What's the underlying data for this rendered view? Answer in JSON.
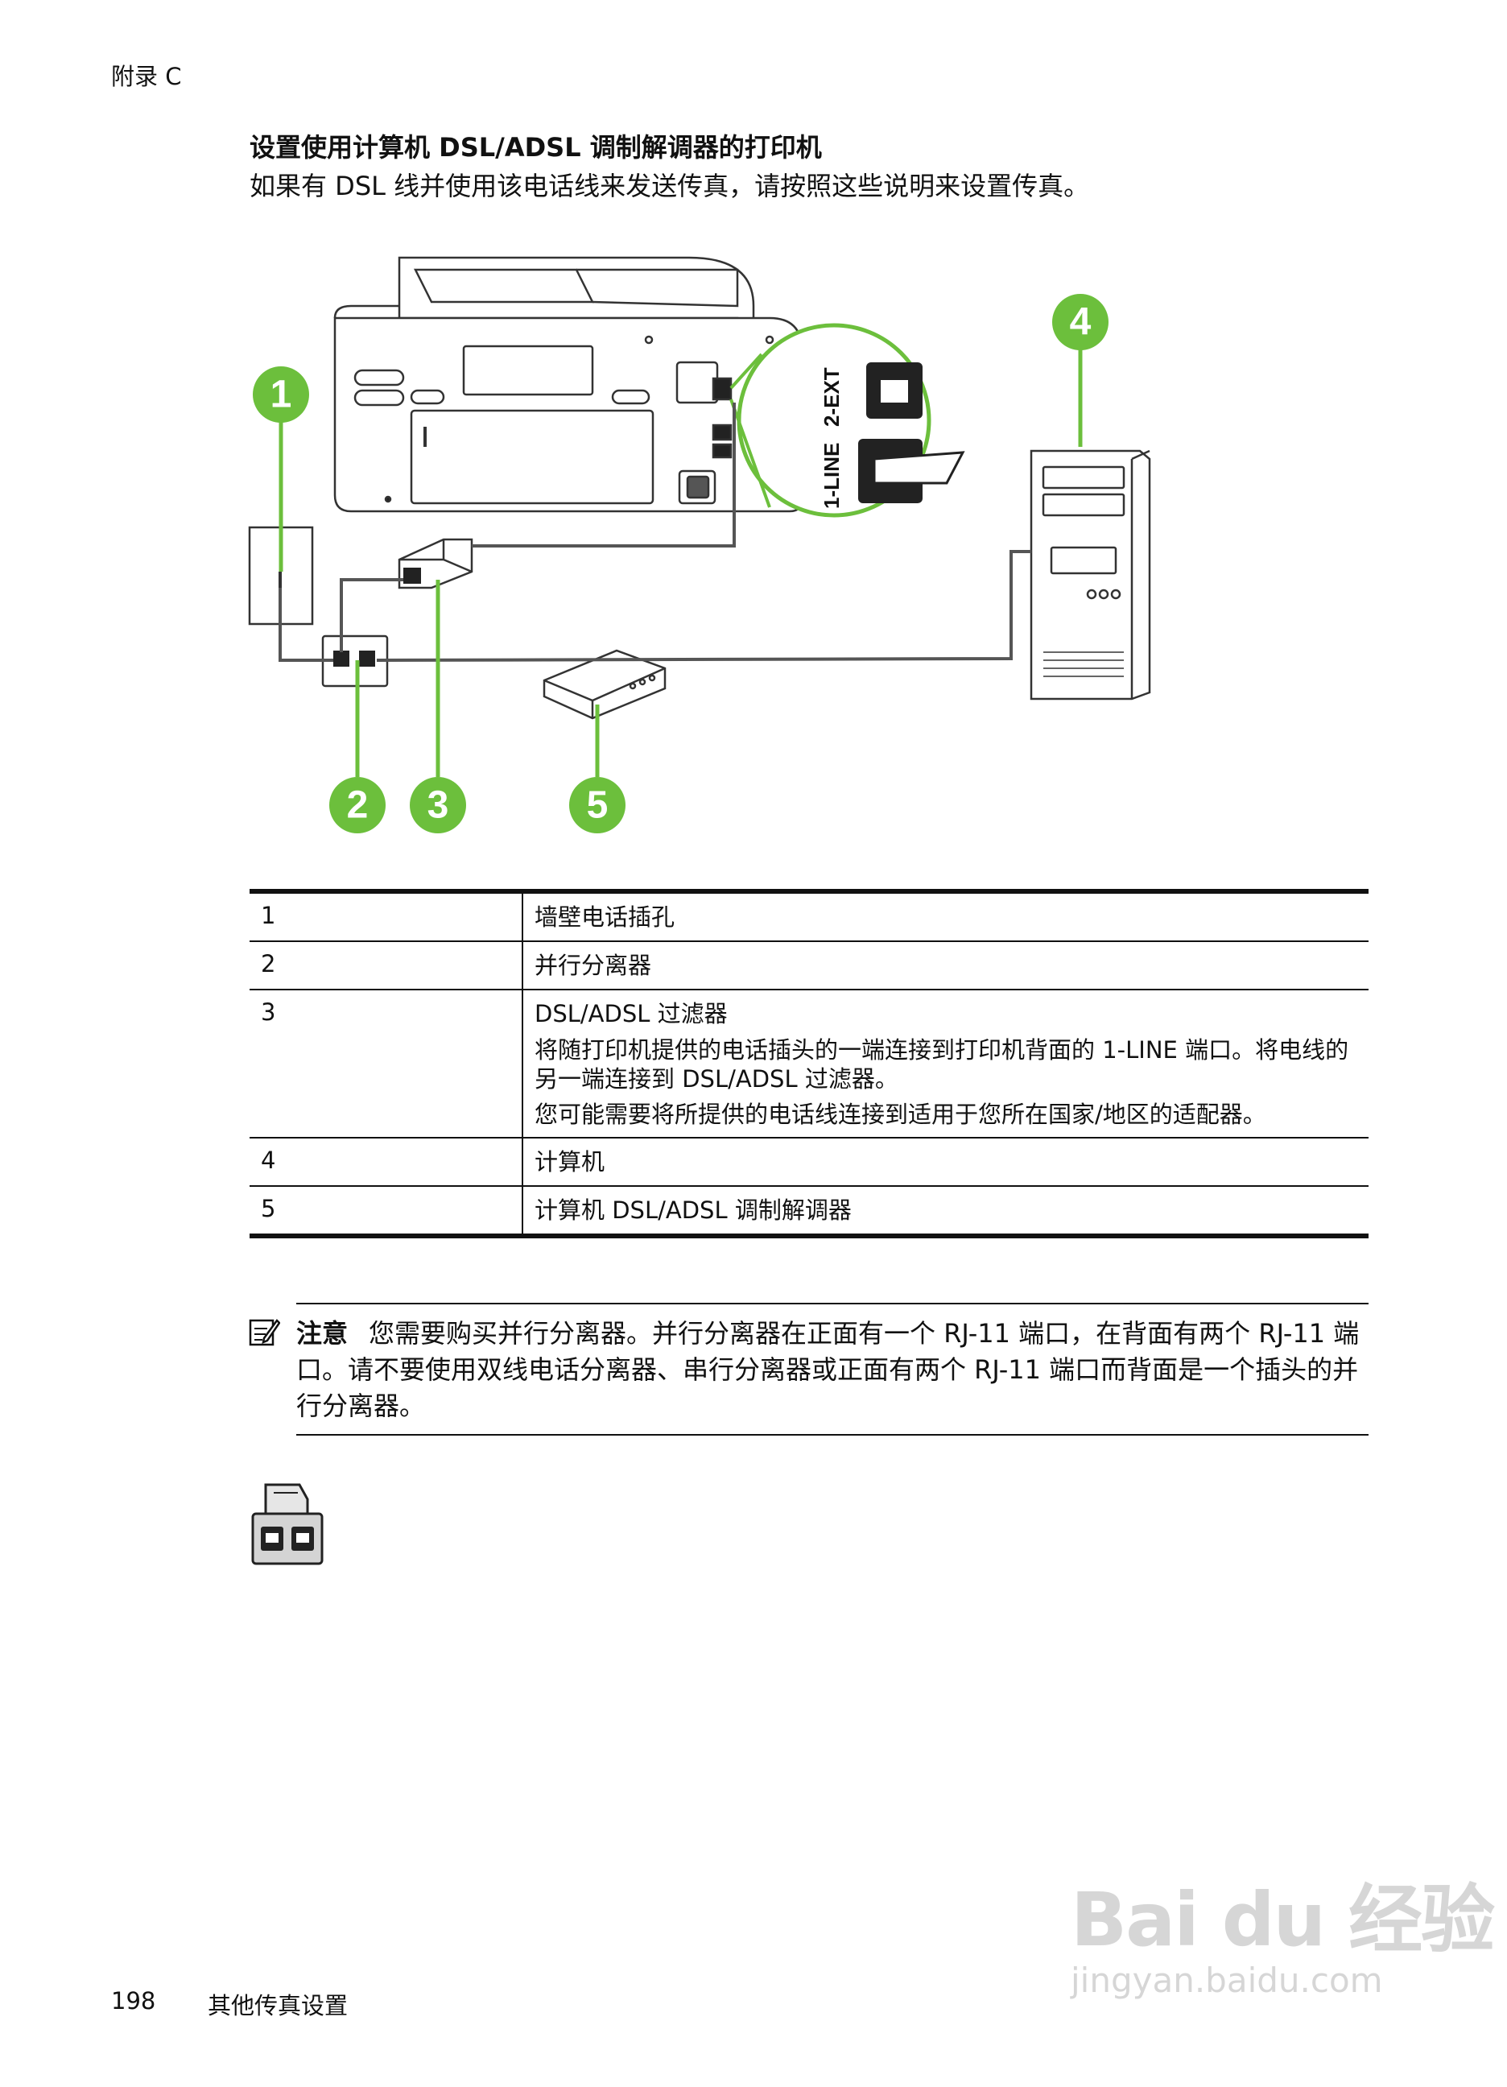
{
  "header": {
    "chapter": "附录 C"
  },
  "section": {
    "title": "设置使用计算机 DSL/ADSL 调制解调器的打印机",
    "intro": "如果有 DSL 线并使用该电话线来发送传真，请按照这些说明来设置传真。"
  },
  "diagram": {
    "port_label_line": "1-LINE",
    "port_label_ext": "2-EXT",
    "callouts": [
      "1",
      "2",
      "3",
      "4",
      "5"
    ],
    "accent_color": "#6cbf3c"
  },
  "legend": {
    "rows": [
      {
        "num": "1",
        "text": "墙壁电话插孔"
      },
      {
        "num": "2",
        "text": "并行分离器"
      },
      {
        "num": "3",
        "text": "DSL/ADSL 过滤器",
        "detail1": "将随打印机提供的电话插头的一端连接到打印机背面的 1-LINE 端口。将电线的另一端连接到 DSL/ADSL 过滤器。",
        "detail2": "您可能需要将所提供的电话线连接到适用于您所在国家/地区的适配器。"
      },
      {
        "num": "4",
        "text": "计算机"
      },
      {
        "num": "5",
        "text": "计算机 DSL/ADSL 调制解调器"
      }
    ]
  },
  "note": {
    "label": "注意",
    "text": "您需要购买并行分离器。并行分离器在正面有一个 RJ-11 端口，在背面有两个 RJ-11 端口。请不要使用双线电话分离器、串行分离器或正面有两个 RJ-11 端口而背面是一个插头的并行分离器。"
  },
  "footer": {
    "page": "198",
    "title": "其他传真设置"
  },
  "watermark": {
    "main": "Bai du 经验",
    "sub": "jingyan.baidu.com"
  }
}
